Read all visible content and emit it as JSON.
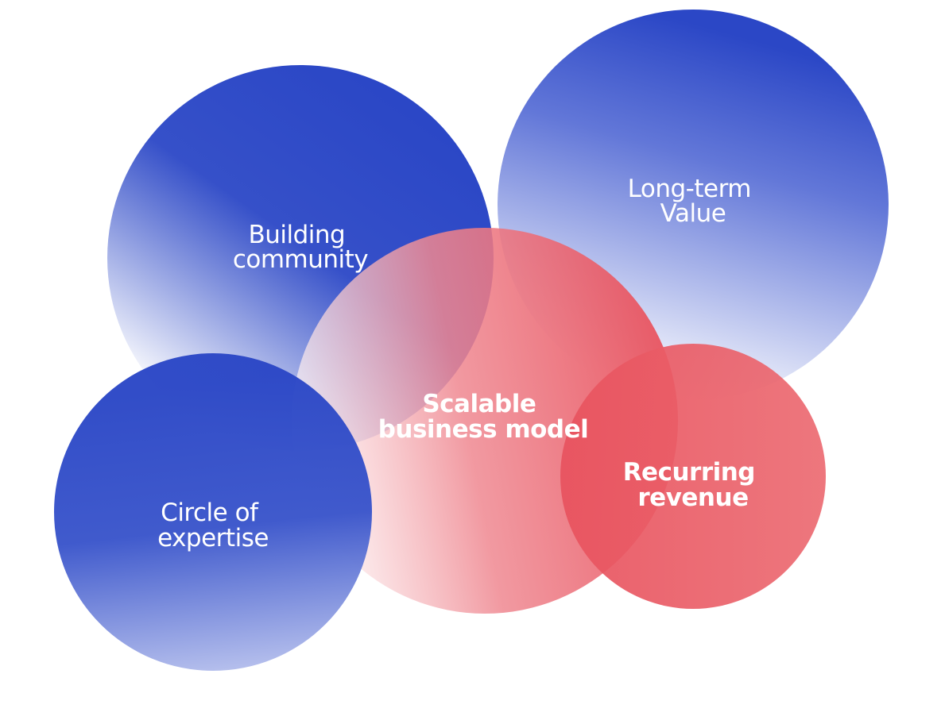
{
  "diagram": {
    "bubbles": [
      {
        "id": "building-community",
        "lines": [
          "Building",
          "community"
        ],
        "color_dark": "#2b47c6",
        "color_light": "#ffffff"
      },
      {
        "id": "long-term-value",
        "lines": [
          "Long-term",
          "Value"
        ],
        "color_dark": "#2b47c6",
        "color_light": "#ffffff"
      },
      {
        "id": "scalable-business-model",
        "lines": [
          "Scalable",
          "business model"
        ],
        "color_dark": "#e8525e",
        "color_light": "#ffffff"
      },
      {
        "id": "recurring-revenue",
        "lines": [
          "Recurring",
          "revenue"
        ],
        "color_dark": "#e8525e",
        "color_light": "#ec6b72"
      },
      {
        "id": "circle-of-expertise",
        "lines": [
          "Circle of",
          "expertise"
        ],
        "color_dark": "#2b47c6",
        "color_light": "#b3bdec"
      }
    ]
  }
}
